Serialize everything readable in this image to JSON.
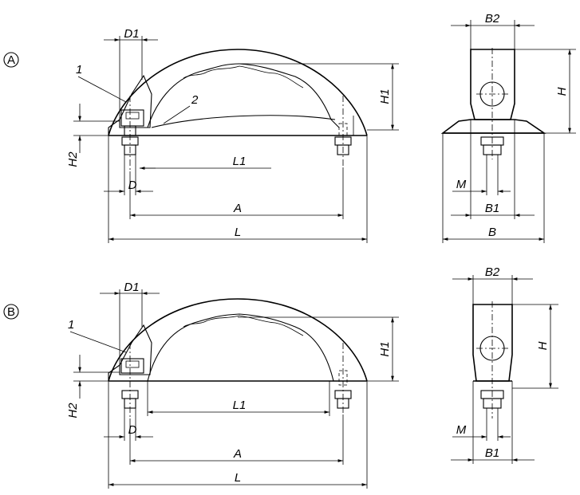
{
  "variants": {
    "a": "A",
    "b": "B"
  },
  "dimensions": {
    "D1": "D1",
    "D": "D",
    "H1": "H1",
    "H2": "H2",
    "L1": "L1",
    "A": "A",
    "L": "L",
    "B2": "B2",
    "H": "H",
    "M": "M",
    "B1": "B1",
    "B": "B"
  },
  "callouts": {
    "one": "1",
    "two": "2"
  }
}
